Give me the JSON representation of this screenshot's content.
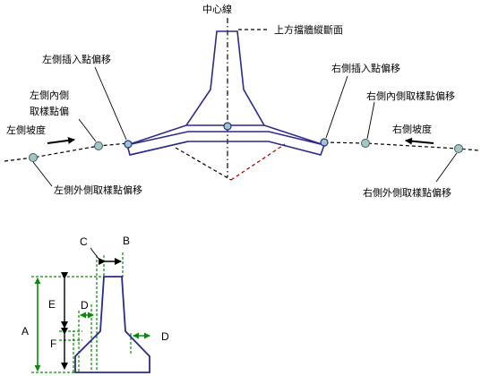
{
  "labels": {
    "center_line": "中心線",
    "upper_section": "上方擋牆縱斷面",
    "left_insert_offset": "左側插入點偏移",
    "right_insert_offset": "右側插入點偏移",
    "left_inner_offset_1": "左側內側",
    "left_inner_offset_2": "取樣點偏",
    "right_inner_offset": "右側內側取樣點偏移",
    "left_slope": "左側坡度",
    "right_slope": "右側坡度",
    "left_outer_offset": "左側外側取樣點偏移",
    "right_outer_offset": "右側外側取樣點偏移"
  },
  "dimensions": {
    "a": "A",
    "b": "B",
    "c": "C",
    "d_inner": "D",
    "d_outer": "D",
    "e": "E",
    "f": "F"
  },
  "colors": {
    "wall": "#2a2a8c",
    "dim_green": "#0a8a0a",
    "point_fill": "#9cc8c8",
    "subgrade_red": "#a00000"
  }
}
